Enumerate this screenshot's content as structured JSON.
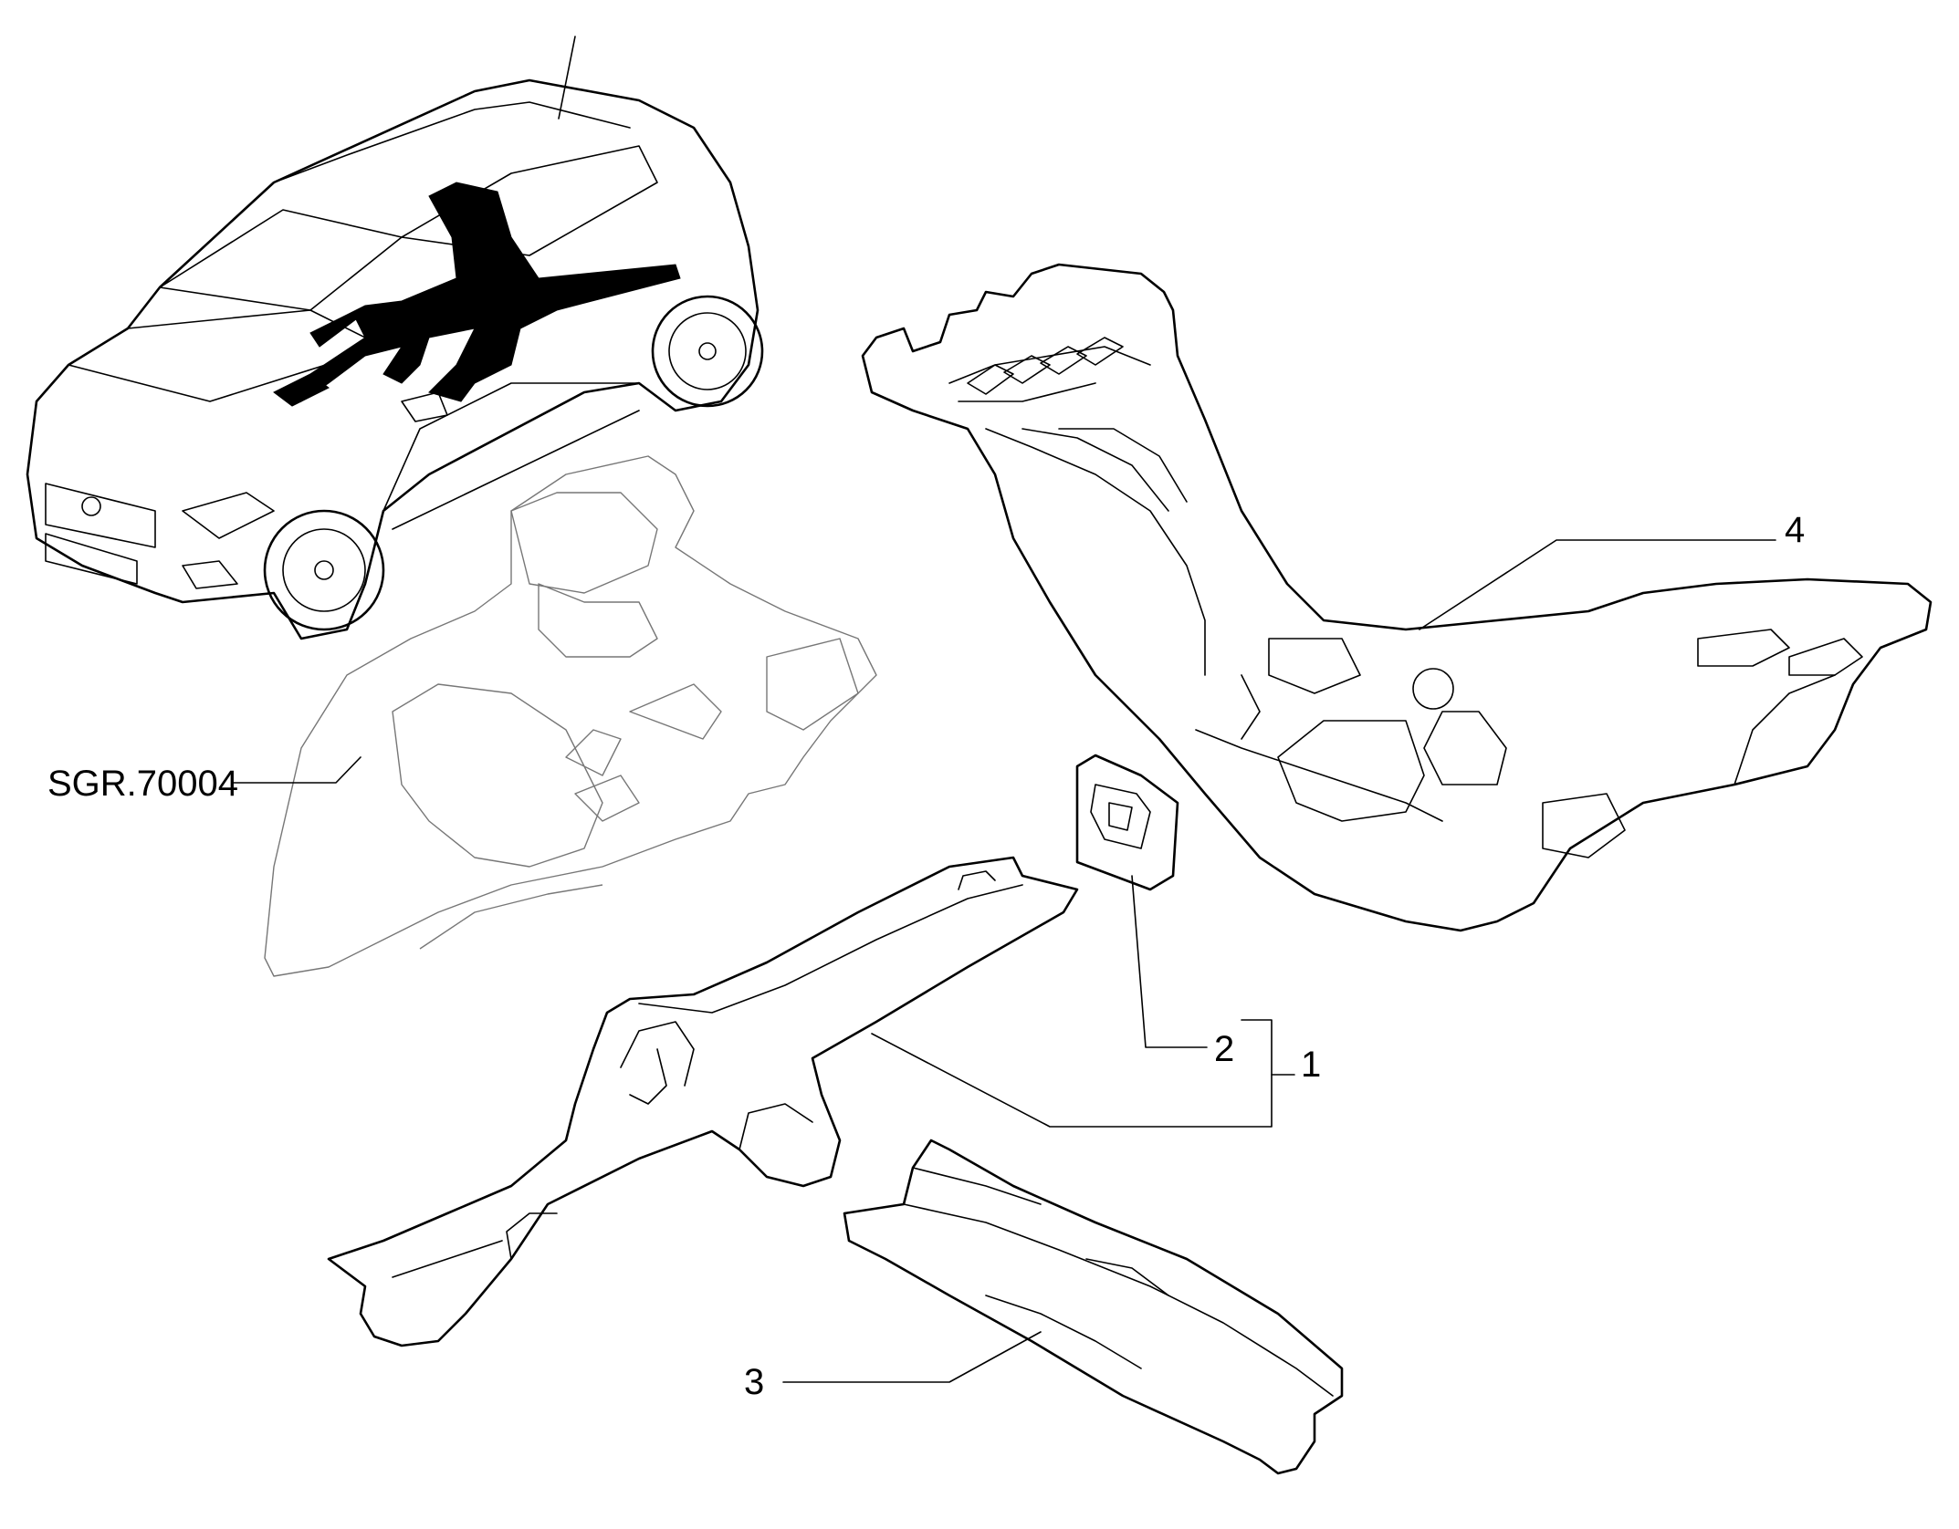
{
  "callouts": {
    "ref": "SGR.70004",
    "c1": "1",
    "c2": "2",
    "c3": "3",
    "c4": "4"
  },
  "colors": {
    "ink": "#000000",
    "ghost": "#777777",
    "paper": "#ffffff"
  }
}
